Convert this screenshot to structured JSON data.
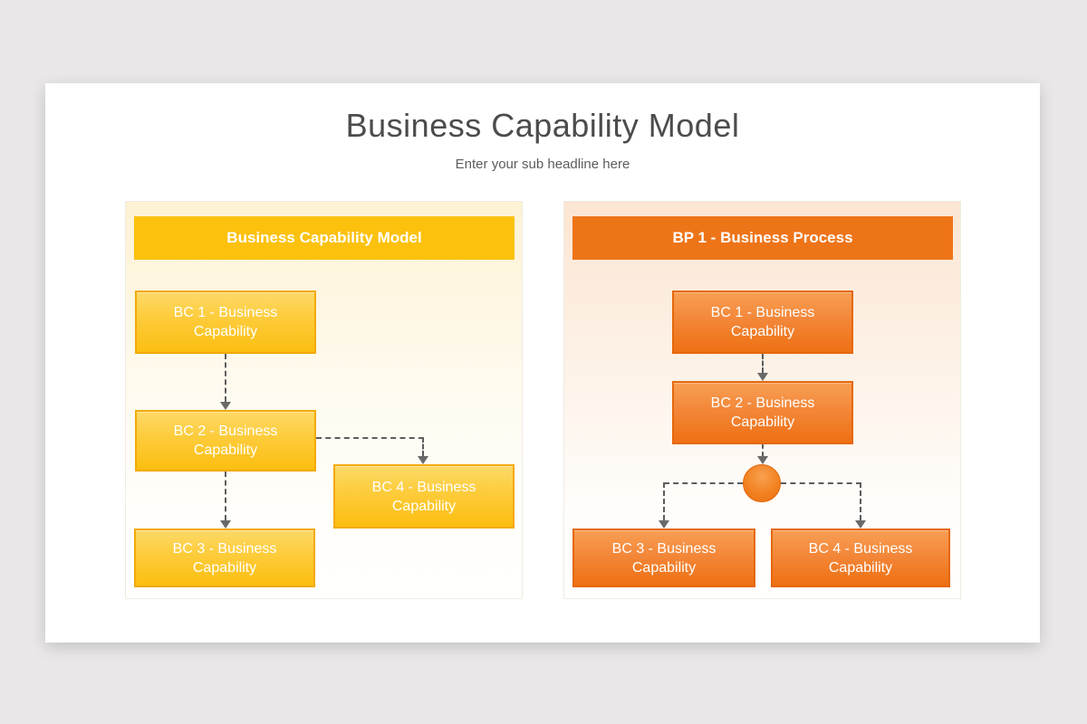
{
  "page": {
    "title": "Business Capability Model",
    "subtitle": "Enter your sub headline here"
  },
  "left_panel": {
    "header": "Business Capability Model",
    "boxes": [
      {
        "label": "BC 1 - Business Capability"
      },
      {
        "label": "BC 2 - Business Capability"
      },
      {
        "label": "BC 3 - Business Capability"
      },
      {
        "label": "BC 4 - Business Capability"
      }
    ]
  },
  "right_panel": {
    "header": "BP 1 - Business Process",
    "boxes": [
      {
        "label": "BC 1 - Business Capability"
      },
      {
        "label": "BC 2 - Business Capability"
      },
      {
        "label": "BC 3 - Business Capability"
      },
      {
        "label": "BC 4 - Business Capability"
      }
    ]
  },
  "colors": {
    "background": "#e9e7e8",
    "card": "#ffffff",
    "yellow_header": "#fcc10d",
    "yellow_box_border": "#f2aa0a",
    "orange_header": "#ee7418",
    "orange_box_border": "#e5680c",
    "connector": "#5d5d5d",
    "title_text": "#4c4c4c"
  }
}
